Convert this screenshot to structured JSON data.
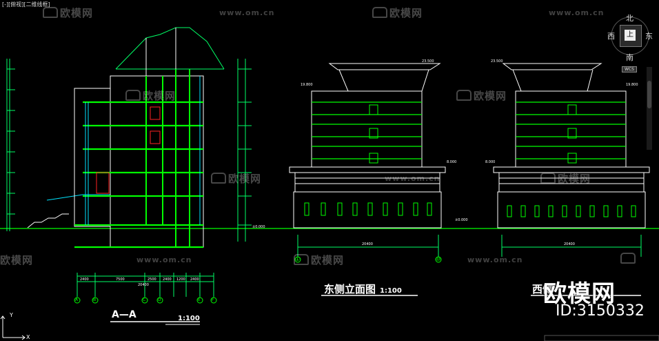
{
  "viewport_label": "[-][俯视][二维线框]",
  "watermark": {
    "brand": "欧模网",
    "url": "www.om.cn"
  },
  "drawing_titles": {
    "section": {
      "label": "A—A",
      "scale": "1:100"
    },
    "east": {
      "label": "东侧立面图",
      "scale": "1:100"
    },
    "west": {
      "label": "西侧"
    }
  },
  "bottom_watermark": {
    "brand": "欧模网",
    "id": "ID:3150332"
  },
  "viewcube": {
    "north": "北",
    "south": "南",
    "east": "东",
    "west": "西",
    "top": "上",
    "wcs": "WCS"
  },
  "ucs": {
    "x": "X",
    "y": "Y"
  },
  "dimensions": {
    "east_width": "20400",
    "west_width": "20400",
    "section_total": "20400",
    "section_bays": [
      "2400",
      "7500",
      "2500",
      "2400",
      "1200",
      "2400"
    ],
    "elev_top": "23.500",
    "elev_roof": "19.800",
    "elev_podium": "8.000",
    "elev_ground": "±0.000"
  },
  "grid_labels": {
    "east_left": "①",
    "east_right": "⑩",
    "section": [
      "A",
      "B",
      "C",
      "D",
      "E",
      "F"
    ]
  },
  "colors": {
    "background": "#000000",
    "wall": "#ffffff",
    "floor": "#00ff00",
    "dim": "#00ff66",
    "glass": "#00e5ff",
    "frame": "#ff2222"
  }
}
